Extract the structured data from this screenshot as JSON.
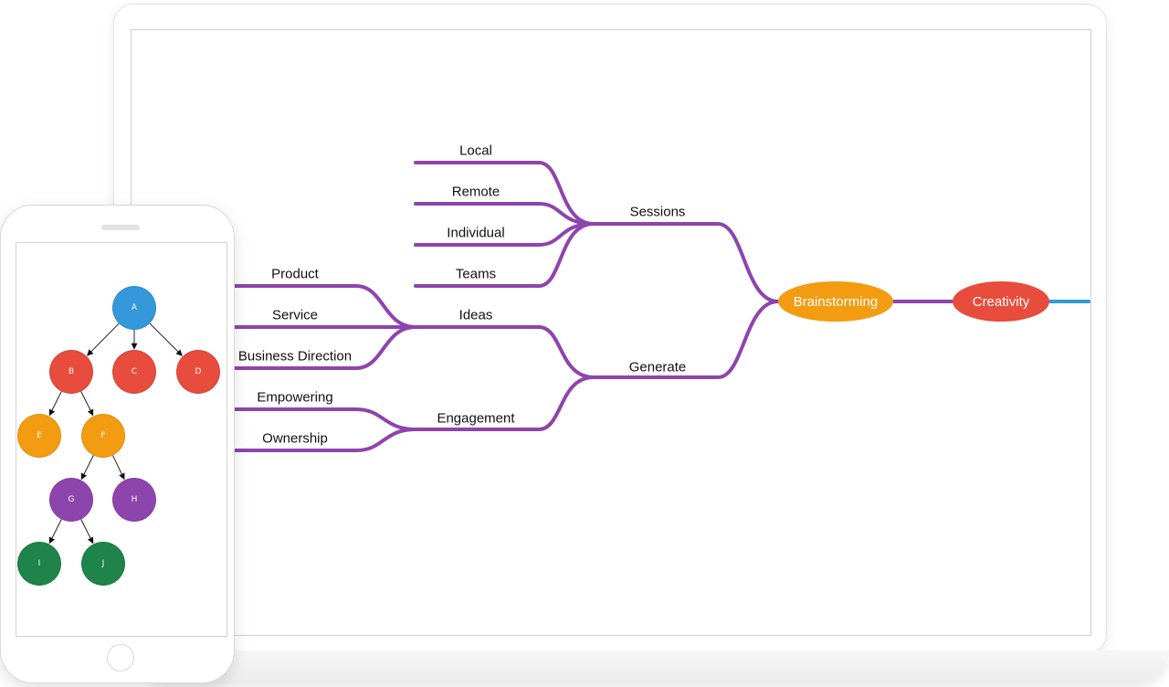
{
  "colors": {
    "branch": "#8e44ad",
    "link_blue": "#3498db",
    "brainstorming": "#f39c12",
    "creativity": "#e74c3c"
  },
  "mindmap": {
    "root": {
      "label": "Creativity"
    },
    "center": {
      "label": "Brainstorming"
    },
    "branches": {
      "sessions": "Sessions",
      "generate": "Generate",
      "ideas": "Ideas",
      "engagement": "Engagement"
    },
    "leaves": {
      "local": "Local",
      "remote": "Remote",
      "individual": "Individual",
      "teams": "Teams",
      "product": "Product",
      "service": "Service",
      "business_direction": "Business Direction",
      "empowering": "Empowering",
      "ownership": "Ownership"
    }
  },
  "tree": {
    "nodes": [
      {
        "id": "A",
        "label": "A",
        "color": "#3498db"
      },
      {
        "id": "B",
        "label": "B",
        "color": "#e74c3c"
      },
      {
        "id": "C",
        "label": "C",
        "color": "#e74c3c"
      },
      {
        "id": "D",
        "label": "D",
        "color": "#e74c3c"
      },
      {
        "id": "E",
        "label": "E",
        "color": "#f39c12"
      },
      {
        "id": "F",
        "label": "F",
        "color": "#f39c12"
      },
      {
        "id": "G",
        "label": "G",
        "color": "#8e44ad"
      },
      {
        "id": "H",
        "label": "H",
        "color": "#8e44ad"
      },
      {
        "id": "I",
        "label": "I",
        "color": "#1e8449"
      },
      {
        "id": "J",
        "label": "J",
        "color": "#1e8449"
      }
    ],
    "edges": [
      [
        "A",
        "B"
      ],
      [
        "A",
        "C"
      ],
      [
        "A",
        "D"
      ],
      [
        "B",
        "E"
      ],
      [
        "B",
        "F"
      ],
      [
        "F",
        "G"
      ],
      [
        "F",
        "H"
      ],
      [
        "G",
        "I"
      ],
      [
        "G",
        "J"
      ]
    ]
  }
}
